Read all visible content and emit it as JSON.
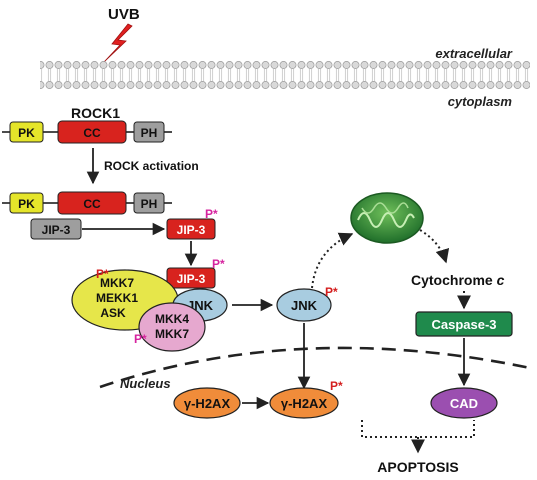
{
  "stimulus": "UVB",
  "compartments": {
    "extracellular": "extracellular",
    "cytoplasm": "cytoplasm",
    "nucleus": "Nucleus"
  },
  "rock1": {
    "title": "ROCK1",
    "domains": [
      "PK",
      "CC",
      "PH"
    ],
    "activation_label": "ROCK activation",
    "active_domains": [
      "PK",
      "CC",
      "PH"
    ]
  },
  "proteins": {
    "jip3": "JIP-3",
    "jnk": "JNK",
    "mkk7": "MKK7",
    "mekk1": "MEKK1",
    "ask": "ASK",
    "mkk4": "MKK4",
    "h2ax": "γ-H2AX",
    "cad": "CAD",
    "caspase3": "Caspase-3"
  },
  "cytochrome": {
    "name": "Cytochrome",
    "suffix": "c"
  },
  "phospho_mark": "P*",
  "outcome": "APOPTOSIS",
  "colors": {
    "pk": "#e5e52a",
    "cc": "#d8231e",
    "ph": "#9e9e9e",
    "jip3_inactive": "#9e9e9e",
    "jip3_active": "#d8231e",
    "jnk": "#a8cce0",
    "mekk_complex": "#e6e64a",
    "mkk4_complex": "#e6a8cf",
    "h2ax": "#f08c3a",
    "cad": "#9b4fb0",
    "caspase": "#1f8a4c",
    "mitochondrion": "#2f8a3a",
    "phospho_red": "#d41e1e",
    "phospho_magenta": "#d6249f"
  }
}
